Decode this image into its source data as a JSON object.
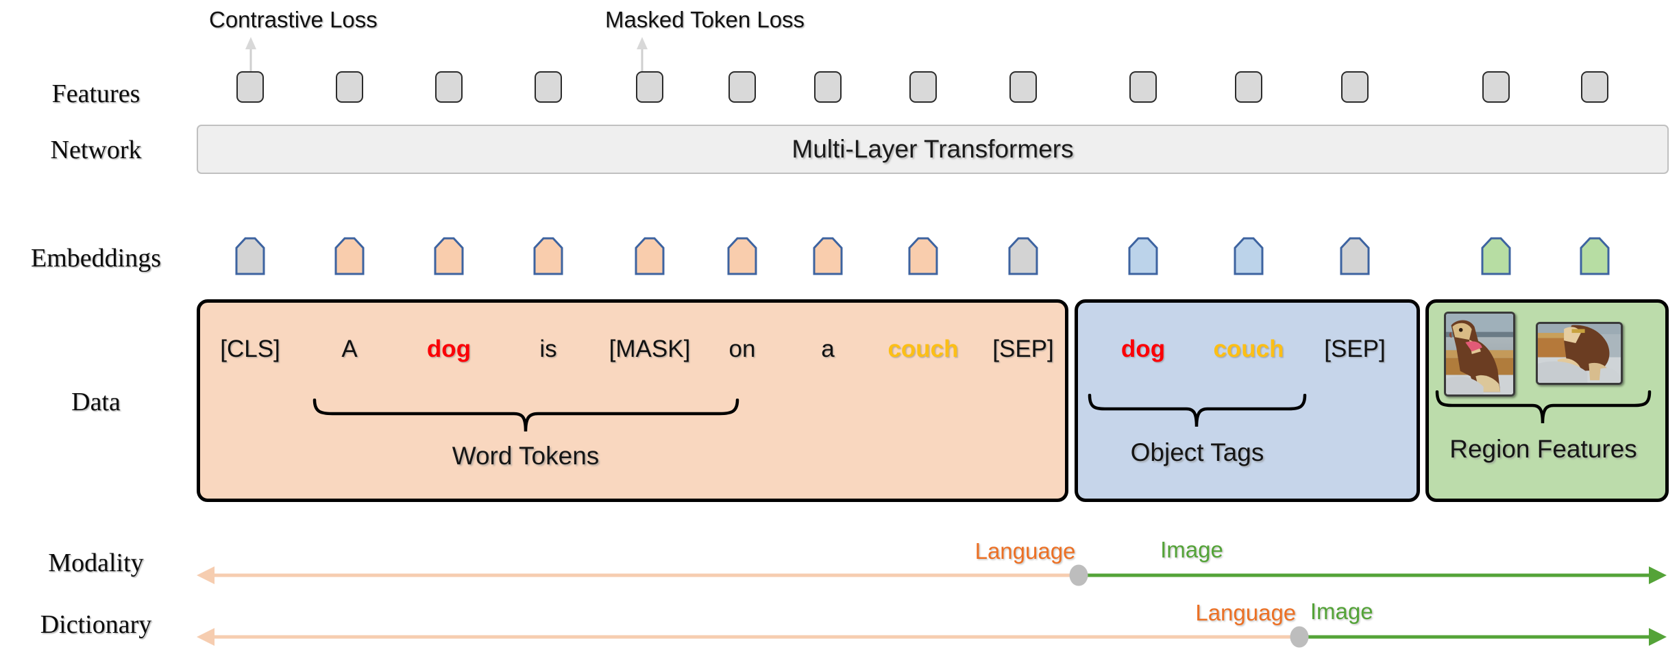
{
  "figure": {
    "row_labels": [
      {
        "name": "features",
        "text": "Features"
      },
      {
        "name": "network",
        "text": "Network"
      },
      {
        "name": "embeddings",
        "text": "Embeddings"
      },
      {
        "name": "data",
        "text": "Data"
      },
      {
        "name": "modality",
        "text": "Modality"
      },
      {
        "name": "dictionary",
        "text": "Dictionary"
      }
    ],
    "losses": [
      {
        "name": "contrastive-loss",
        "text": "Contrastive Loss"
      },
      {
        "name": "masked-token-loss",
        "text": "Masked Token Loss"
      }
    ],
    "network": {
      "title": "Multi-Layer Transformers"
    },
    "features": {
      "count": 14
    },
    "embeddings": [
      {
        "index": 0,
        "kind": "special",
        "color": "#d3d3d3"
      },
      {
        "index": 1,
        "kind": "word",
        "color": "#f9cdad"
      },
      {
        "index": 2,
        "kind": "word",
        "color": "#f9cdad"
      },
      {
        "index": 3,
        "kind": "word",
        "color": "#f9cdad"
      },
      {
        "index": 4,
        "kind": "word",
        "color": "#f9cdad"
      },
      {
        "index": 5,
        "kind": "word",
        "color": "#f9cdad"
      },
      {
        "index": 6,
        "kind": "word",
        "color": "#f9cdad"
      },
      {
        "index": 7,
        "kind": "word",
        "color": "#f9cdad"
      },
      {
        "index": 8,
        "kind": "special",
        "color": "#d3d3d3"
      },
      {
        "index": 9,
        "kind": "tag",
        "color": "#bcd3ea"
      },
      {
        "index": 10,
        "kind": "tag",
        "color": "#bcd3ea"
      },
      {
        "index": 11,
        "kind": "special",
        "color": "#d3d3d3"
      },
      {
        "index": 12,
        "kind": "region",
        "color": "#b7dda3"
      },
      {
        "index": 13,
        "kind": "region",
        "color": "#b7dda3"
      }
    ],
    "word_tokens": {
      "group_label": "Word Tokens",
      "tokens": [
        {
          "text": "[CLS]",
          "style": "plain"
        },
        {
          "text": "A",
          "style": "plain"
        },
        {
          "text": "dog",
          "style": "red"
        },
        {
          "text": "is",
          "style": "plain"
        },
        {
          "text": "[MASK]",
          "style": "plain"
        },
        {
          "text": "on",
          "style": "plain"
        },
        {
          "text": "a",
          "style": "plain"
        },
        {
          "text": "couch",
          "style": "gold"
        },
        {
          "text": "[SEP]",
          "style": "plain"
        }
      ]
    },
    "object_tags": {
      "group_label": "Object Tags",
      "tokens": [
        {
          "text": "dog",
          "style": "red"
        },
        {
          "text": "couch",
          "style": "gold"
        },
        {
          "text": "[SEP]",
          "style": "plain"
        }
      ]
    },
    "region_features": {
      "group_label": "Region Features",
      "thumbnails": [
        {
          "name": "dog-region-head",
          "alt": "cropped photo of a brown and white puppy head and body"
        },
        {
          "name": "dog-region-body",
          "alt": "cropped photo of a puppy sitting on a couch"
        }
      ]
    },
    "axes": [
      {
        "name": "modality",
        "label": "Modality",
        "left_segment": {
          "text": "Language",
          "color": "#ec7024"
        },
        "right_segment": {
          "text": "Image",
          "color": "#54a338"
        },
        "split_fraction": 0.6
      },
      {
        "name": "dictionary",
        "label": "Dictionary",
        "left_segment": {
          "text": "Language",
          "color": "#ec7024"
        },
        "right_segment": {
          "text": "Image",
          "color": "#54a338"
        },
        "split_fraction": 0.75
      }
    ],
    "colors": {
      "word_fill": "#f9d7bf",
      "tag_fill": "#c6d5ea",
      "region_fill": "#bcdcab",
      "feature_fill": "#d9d9d9",
      "network_fill": "#efefef",
      "embedding_stroke": "#3d63a0",
      "red": "#fb0007",
      "gold": "#fcbf16",
      "language_orange": "#ec7024",
      "image_green": "#54a338",
      "language_line": "#f6cdb0",
      "knob_gray": "#bdbdbd"
    }
  }
}
